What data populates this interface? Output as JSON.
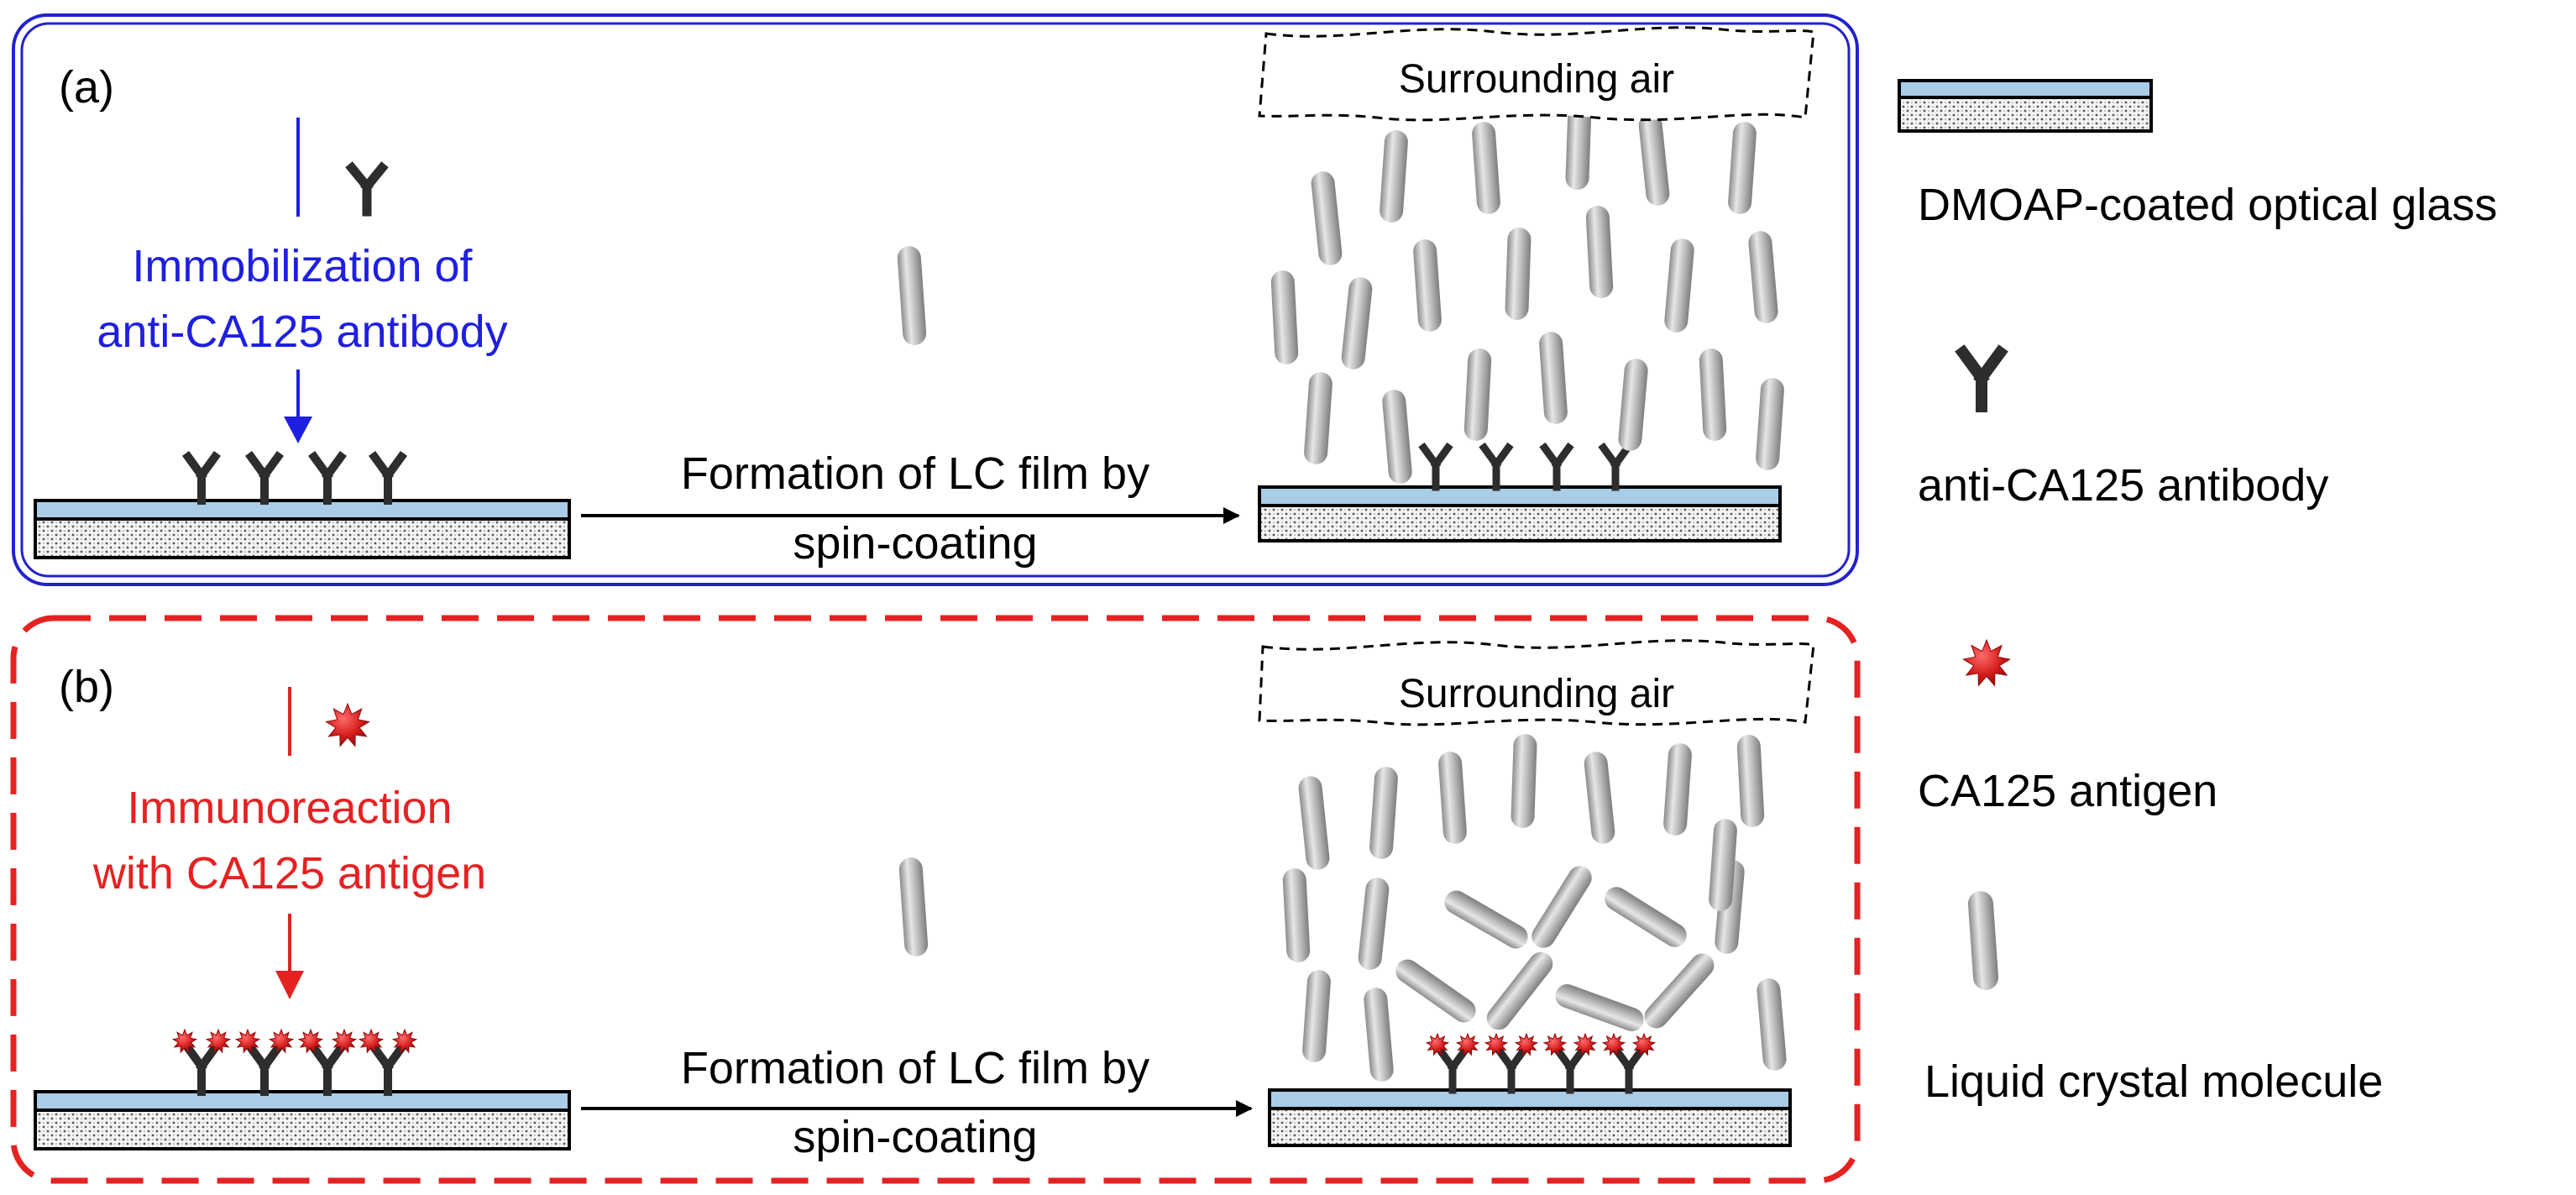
{
  "panel_a": {
    "label": "(a)",
    "step_line1": "Immobilization of",
    "step_line2": "anti-CA125 antibody",
    "arrow_line1": "Formation of LC film by",
    "arrow_line2": "spin-coating",
    "air_label": "Surrounding air"
  },
  "panel_b": {
    "label": "(b)",
    "step_line1": "Immunoreaction",
    "step_line2": "with CA125 antigen",
    "arrow_line1": "Formation of LC film by",
    "arrow_line2": "spin-coating",
    "air_label": "Surrounding air"
  },
  "legend": {
    "glass": "DMOAP-coated optical glass",
    "antibody": "anti-CA125 antibody",
    "antigen": "CA125 antigen",
    "lc": "Liquid crystal molecule"
  },
  "colors": {
    "panel_a_border": "#2222cc",
    "panel_b_border": "#e52222",
    "step_a_text": "#1f1fe0",
    "step_b_text": "#e52222",
    "glass_top": "#a9cde8",
    "antibody": "#2d2d2d",
    "antigen": "#cc1a1a",
    "lc_body": "#b5b5b5"
  },
  "icons": {
    "antibody": "antibody-y-icon",
    "antigen": "antigen-star-icon",
    "lc": "lc-rod-icon"
  }
}
